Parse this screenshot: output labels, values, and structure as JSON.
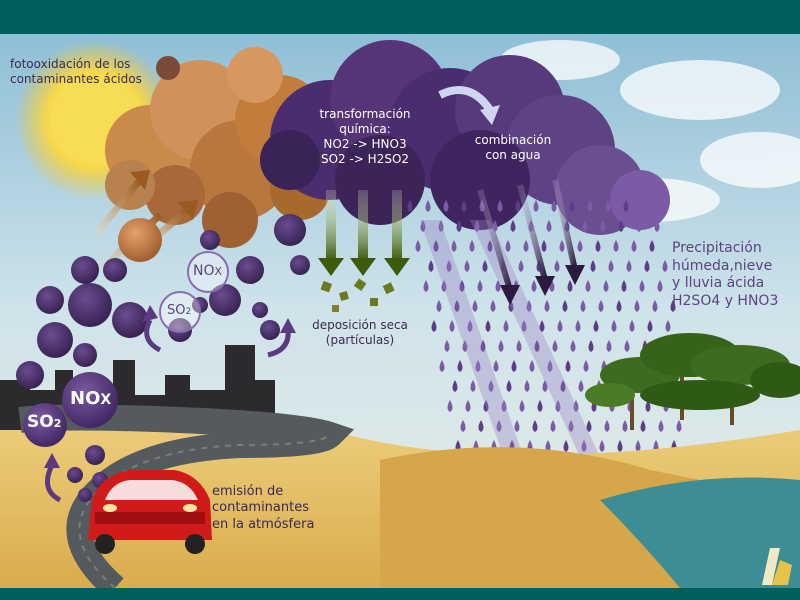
{
  "labels": {
    "photo": [
      "fotooxidación de los",
      "contaminantes ácidos"
    ],
    "transform": [
      "transformación",
      "química:",
      "NO2 -> HNO3",
      "SO2 -> H2SO2"
    ],
    "combine": [
      "combinación",
      "con agua"
    ],
    "precip": [
      "Precipitación",
      "húmeda,nieve",
      "y lluvia ácida",
      "H2SO4 y HNO3"
    ],
    "dry": [
      "deposición seca",
      "(partículas)"
    ],
    "emission": [
      "emisión de",
      "contaminantes",
      "en la atmósfera"
    ]
  },
  "bubbles": {
    "so2_large": {
      "main": "SO",
      "sub": "2"
    },
    "nox_large": {
      "main": "NO",
      "sub": "X"
    },
    "so2_small": {
      "main": "SO",
      "sub": "2"
    },
    "nox_small": {
      "main": "NO",
      "sub": "X"
    }
  },
  "colors": {
    "frame_teal": "#005f5c",
    "sky": "#b9d8e6",
    "cloud_purple": "#4a2d6e",
    "cloud_orange": "#c27c3c",
    "bubble_purple": "#4d2f70",
    "sand": "#e4c06a",
    "road": "#555a5e",
    "car_red": "#d11a1a",
    "arrow_green": "#3e5b0c",
    "rain_purple": "#7b5aa6",
    "text_dark": "#3a2a52",
    "text_light": "#ffffff",
    "forest_green": "#3d6b1f",
    "water": "#3d8d94"
  }
}
